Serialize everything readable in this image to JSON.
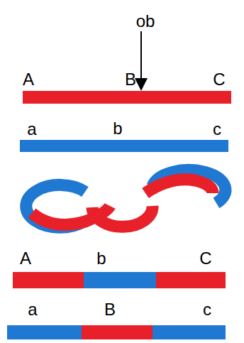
{
  "diagram": {
    "labels": [
      "ob",
      "A",
      "B",
      "C",
      "a",
      "b",
      "c",
      "A",
      "b",
      "C",
      "a",
      "B",
      "c"
    ]
  }
}
